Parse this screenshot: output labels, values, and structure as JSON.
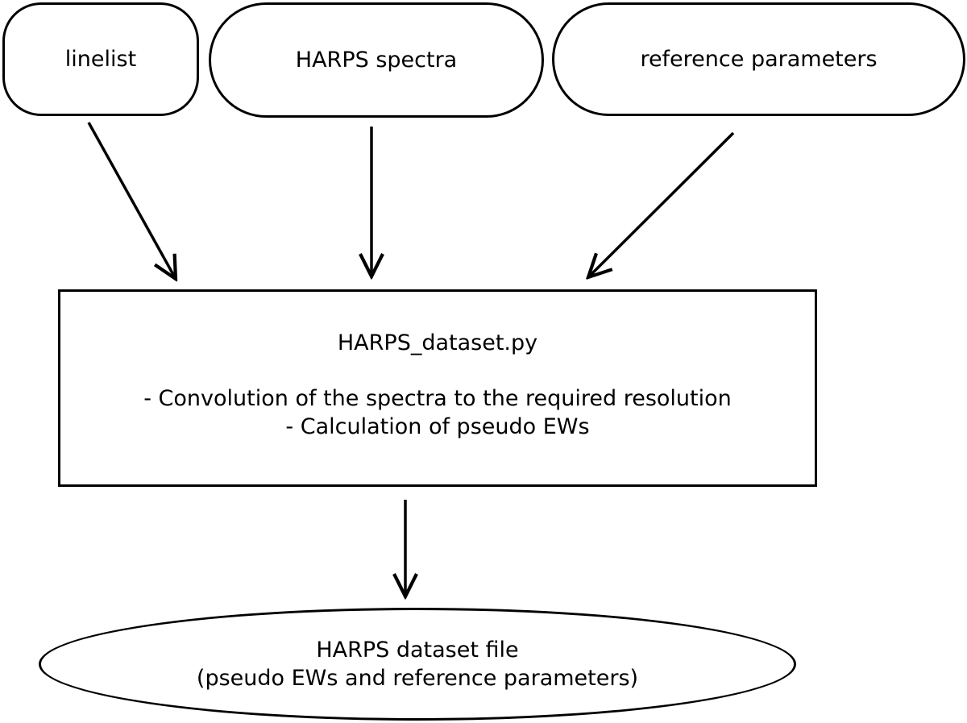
{
  "diagram": {
    "inputs": {
      "linelist": "linelist",
      "harps_spectra": "HARPS spectra",
      "reference_parameters": "reference parameters"
    },
    "process": {
      "title": "HARPS_dataset.py",
      "steps": [
        "- Convolution of the spectra to the required resolution",
        "- Calculation of pseudo EWs"
      ]
    },
    "output": {
      "title": "HARPS dataset file",
      "subtitle": "(pseudo EWs and reference parameters)"
    },
    "colors": {
      "stroke": "#000000",
      "background": "#ffffff"
    }
  }
}
